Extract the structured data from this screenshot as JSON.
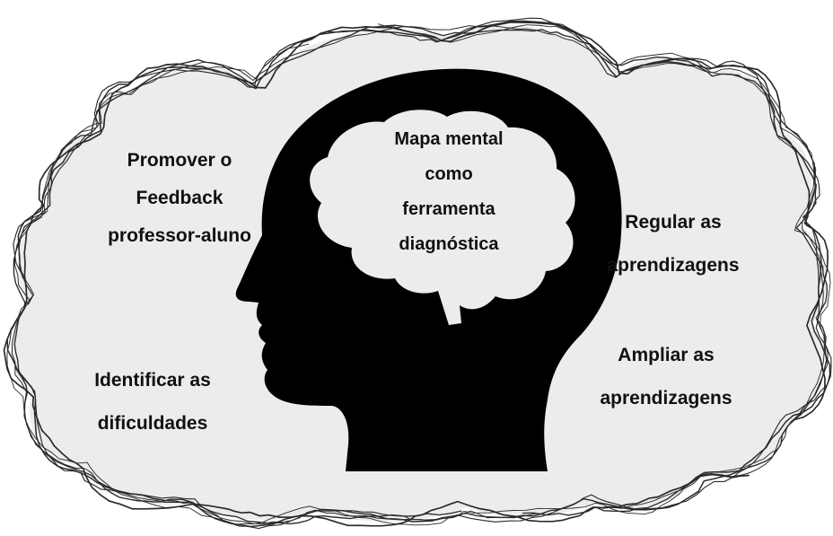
{
  "center": {
    "lines": [
      "Mapa mental",
      "como",
      "ferramenta",
      "diagnóstica"
    ]
  },
  "nodes": {
    "feedback": {
      "lines": [
        "Promover o",
        "Feedback",
        "professor-aluno"
      ]
    },
    "regular": {
      "lines": [
        "Regular as",
        "aprendizagens"
      ]
    },
    "ampliar": {
      "lines": [
        "Ampliar as",
        "aprendizagens"
      ]
    },
    "identificar": {
      "lines": [
        "Identificar as",
        "dificuldades"
      ]
    }
  },
  "colors": {
    "cloud_fill": "#ececec",
    "outline": "#2a2a2a",
    "head": "#000000",
    "brain": "#ececec",
    "text": "#111111"
  }
}
